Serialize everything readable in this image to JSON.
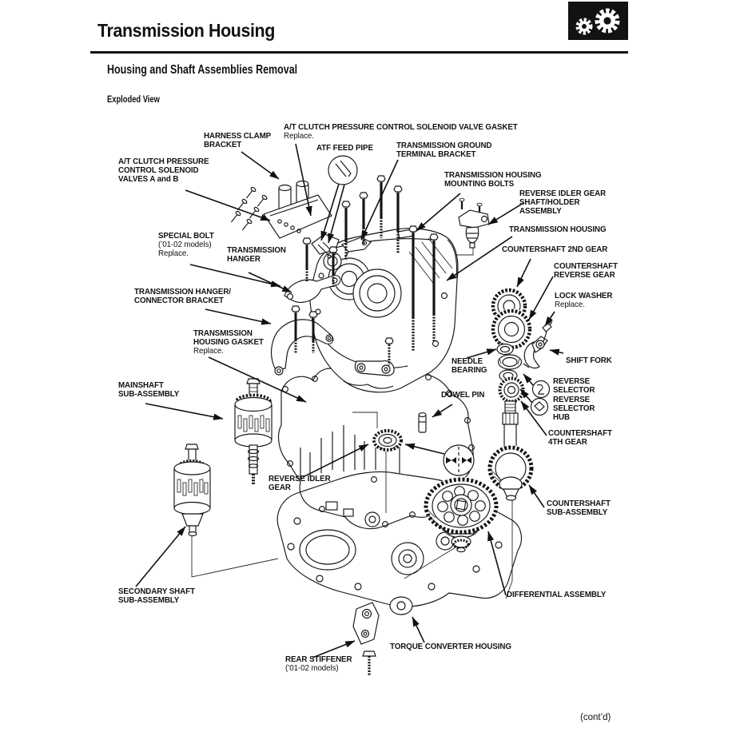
{
  "page": {
    "title": "Transmission Housing",
    "section": "Housing and Shaft Assemblies Removal",
    "subsection": "Exploded View",
    "continued": "(cont’d)",
    "header_icon": "gears-icon",
    "colors": {
      "ink": "#121212",
      "paper": "#ffffff"
    }
  },
  "labels": {
    "solenoid_valve_gasket": {
      "lines": [
        "A/T CLUTCH PRESSURE CONTROL SOLENOID VALVE GASKET"
      ],
      "note": [
        "Replace."
      ]
    },
    "harness_clamp_bracket": {
      "lines": [
        "HARNESS CLAMP",
        "BRACKET"
      ]
    },
    "atf_feed_pipe": {
      "lines": [
        "ATF FEED PIPE"
      ]
    },
    "ground_terminal_bracket": {
      "lines": [
        "TRANSMISSION GROUND",
        "TERMINAL BRACKET"
      ]
    },
    "solenoid_valves": {
      "lines": [
        "A/T CLUTCH PRESSURE",
        "CONTROL SOLENOID",
        "VALVES A and B"
      ]
    },
    "mounting_bolts": {
      "lines": [
        "TRANSMISSION HOUSING",
        "MOUNTING BOLTS"
      ]
    },
    "reverse_idler_holder": {
      "lines": [
        "REVERSE IDLER GEAR",
        "SHAFT/HOLDER",
        "ASSEMBLY"
      ]
    },
    "special_bolt": {
      "lines": [
        "SPECIAL BOLT"
      ],
      "note": [
        "(’01-02 models)",
        "Replace."
      ]
    },
    "transmission_hanger": {
      "lines": [
        "TRANSMISSION",
        "HANGER"
      ]
    },
    "transmission_housing": {
      "lines": [
        "TRANSMISSION HOUSING"
      ]
    },
    "countershaft_2nd": {
      "lines": [
        "COUNTERSHAFT 2ND GEAR"
      ]
    },
    "countershaft_reverse": {
      "lines": [
        "COUNTERSHAFT",
        "REVERSE GEAR"
      ]
    },
    "hanger_connector_bracket": {
      "lines": [
        "TRANSMISSION HANGER/",
        "CONNECTOR BRACKET"
      ]
    },
    "lock_washer": {
      "lines": [
        "LOCK WASHER"
      ],
      "note": [
        "Replace."
      ]
    },
    "housing_gasket": {
      "lines": [
        "TRANSMISSION",
        "HOUSING GASKET"
      ],
      "note": [
        "Replace."
      ]
    },
    "needle_bearing": {
      "lines": [
        "NEEDLE",
        "BEARING"
      ]
    },
    "shift_fork": {
      "lines": [
        "SHIFT FORK"
      ]
    },
    "reverse_selector": {
      "lines": [
        "REVERSE",
        "SELECTOR"
      ]
    },
    "reverse_selector_hub": {
      "lines": [
        "REVERSE",
        "SELECTOR",
        "HUB"
      ]
    },
    "mainshaft": {
      "lines": [
        "MAINSHAFT",
        "SUB-ASSEMBLY"
      ]
    },
    "dowel_pin": {
      "lines": [
        "DOWEL PIN"
      ]
    },
    "countershaft_4th": {
      "lines": [
        "COUNTERSHAFT",
        "4TH GEAR"
      ]
    },
    "reverse_idler_gear": {
      "lines": [
        "REVERSE IDLER",
        "GEAR"
      ]
    },
    "countershaft_sub": {
      "lines": [
        "COUNTERSHAFT",
        "SUB-ASSEMBLY"
      ]
    },
    "secondary_shaft": {
      "lines": [
        "SECONDARY SHAFT",
        "SUB-ASSEMBLY"
      ]
    },
    "differential": {
      "lines": [
        "DIFFERENTIAL ASSEMBLY"
      ]
    },
    "torque_converter_housing": {
      "lines": [
        "TORQUE CONVERTER HOUSING"
      ]
    },
    "rear_stiffener": {
      "lines": [
        "REAR STIFFENER"
      ],
      "note": [
        "(’01-02 models)"
      ]
    }
  }
}
